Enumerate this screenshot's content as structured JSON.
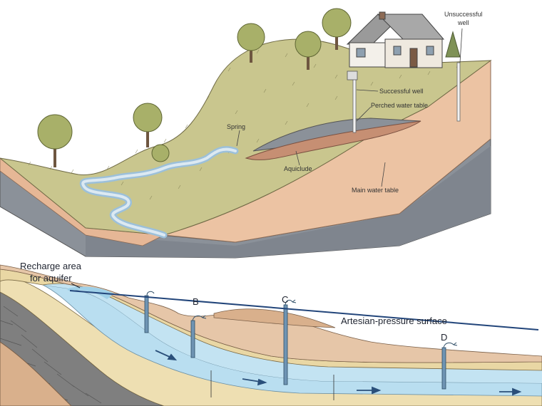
{
  "top_diagram": {
    "labels": {
      "unsuccessful_well": [
        "Unsuccessful",
        "well"
      ],
      "successful_well": "Successful well",
      "perched_water_table": "Perched water table",
      "spring": "Spring",
      "aquiclude": "Aquiclude",
      "main_water_table": "Main water table"
    }
  },
  "bottom_diagram": {
    "labels": {
      "recharge_area": [
        "Recharge area",
        "for aquifer"
      ],
      "artesian_surface": "Artesian-pressure surface",
      "well_b": "B",
      "well_c": "C",
      "well_d": "D"
    }
  },
  "colors": {
    "groundwater": "#8e949c",
    "soil": "#e9bfa0",
    "grass": "#c7c48b",
    "aquifer": "#b6dcee",
    "sandstone": "#e8d9a6",
    "pressure_line": "#22457a"
  }
}
